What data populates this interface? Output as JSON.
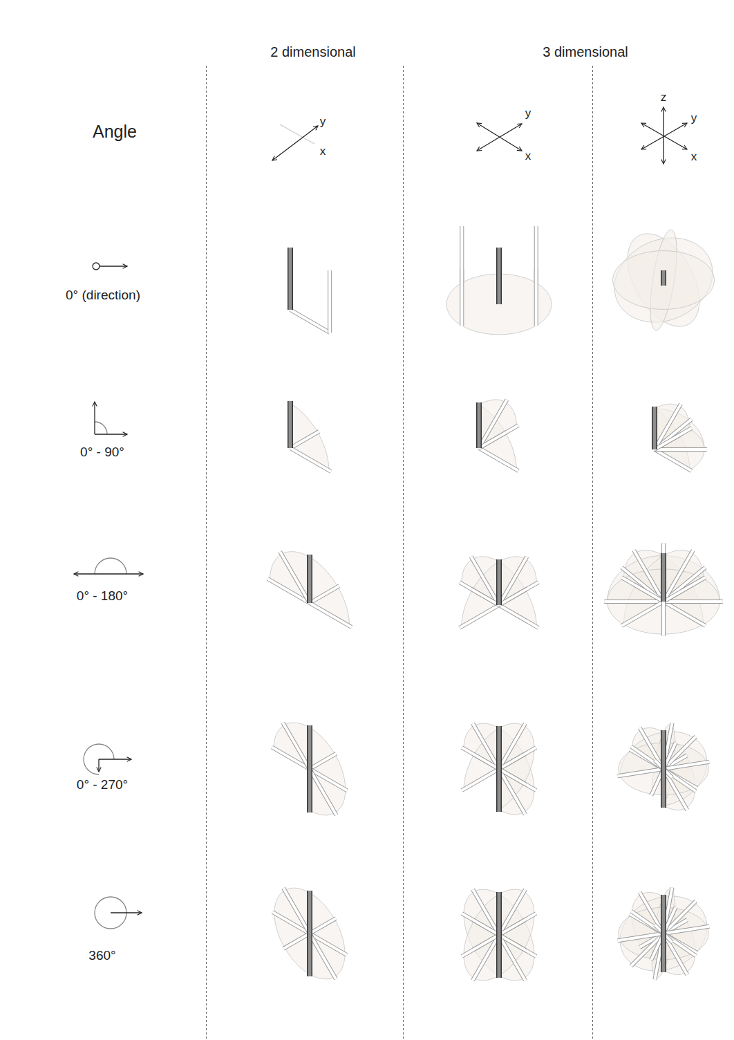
{
  "diagram": {
    "labels": [
      "2 dimensional",
      "3 dimensional",
      "Angle",
      "y",
      "x",
      "y",
      "x",
      "z",
      "y",
      "x",
      "0° (direction)",
      "0° - 90°",
      "0° - 180°",
      "0° - 270°",
      "360°"
    ]
  }
}
